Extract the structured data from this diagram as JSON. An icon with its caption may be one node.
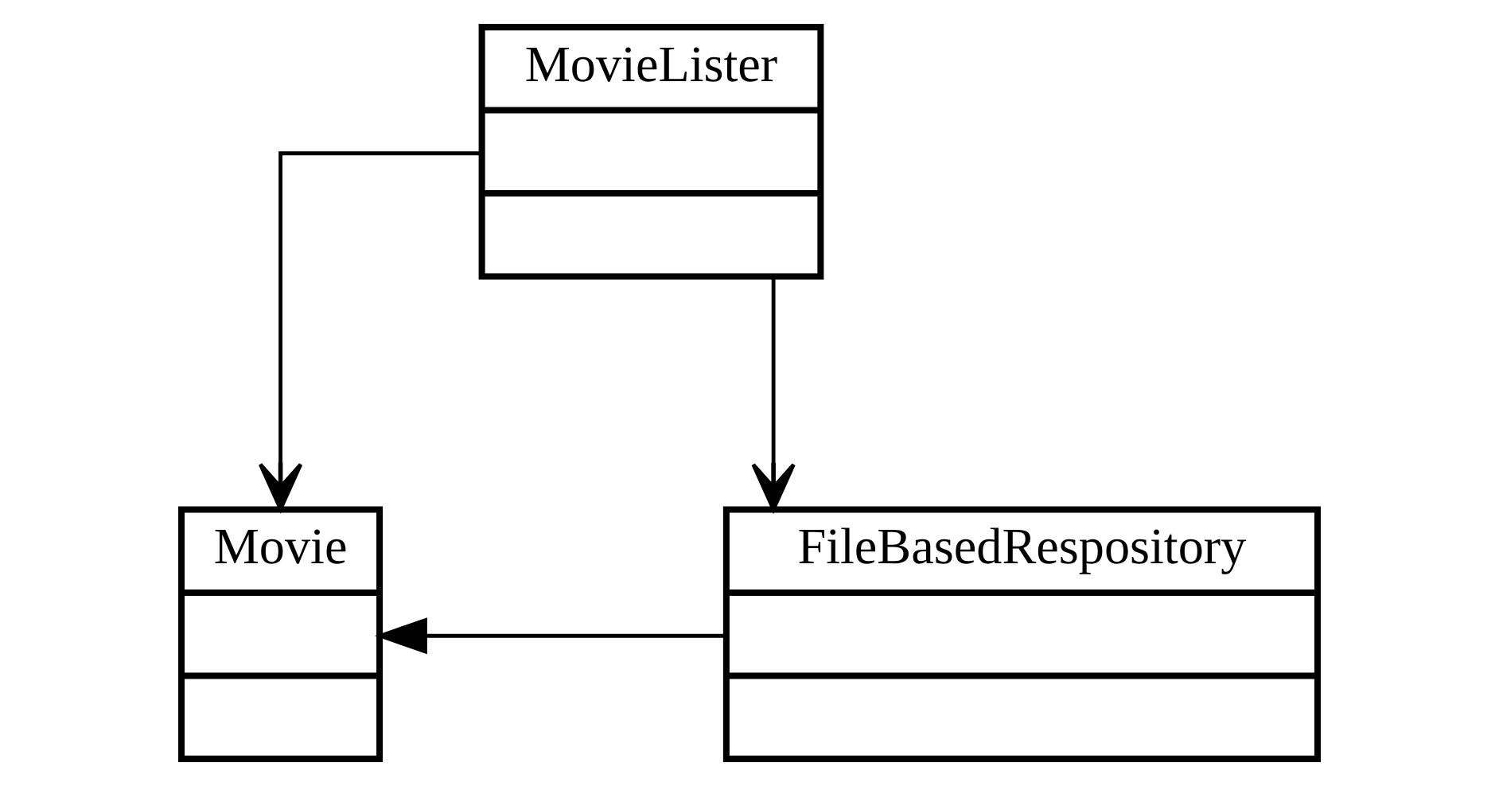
{
  "diagram": {
    "nodes": [
      {
        "text": [
          "MovieLister"
        ]
      },
      {
        "text": [
          "Movie"
        ]
      },
      {
        "text": [
          "FileBasedRespository"
        ]
      }
    ],
    "edges": [
      {
        "from": 0,
        "to": 1,
        "arrow": "to"
      },
      {
        "from": 0,
        "to": 2,
        "arrow": "to"
      },
      {
        "from": 2,
        "to": 1,
        "arrow": "to"
      }
    ]
  }
}
